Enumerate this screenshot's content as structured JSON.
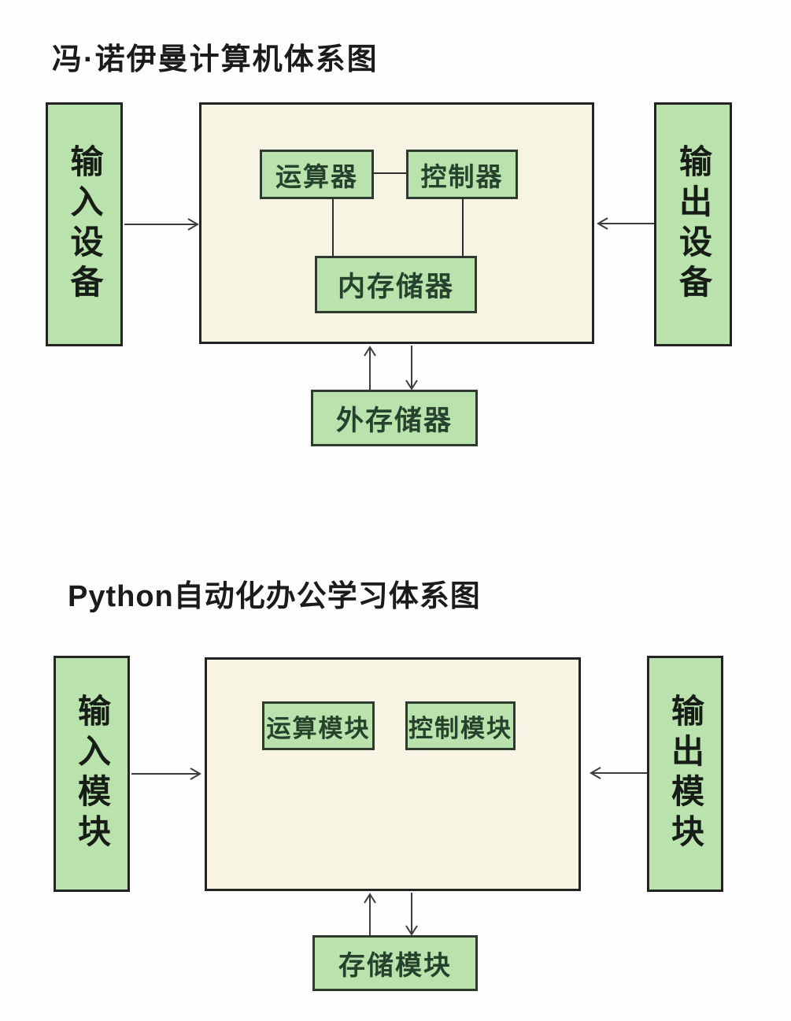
{
  "colors": {
    "green_fill": "#bae2ac",
    "cream_fill": "#f8f4e4",
    "border_dark": "#232323",
    "inner_box_border": "#2e3a2e",
    "arrow_line": "#3c3c3c",
    "title_text": "#1b1b1b",
    "inner_box_text": "#27422c",
    "background": "#fefefe"
  },
  "diagram1": {
    "title": "冯·诺伊曼计算机体系图",
    "input_label": "输入设备",
    "output_label": "输出设备",
    "alu_label": "运算器",
    "control_label": "控制器",
    "memory_label": "内存储器",
    "external_storage_label": "外存储器"
  },
  "diagram2": {
    "title": "Python自动化办公学习体系图",
    "input_label": "输入模块",
    "output_label": "输出模块",
    "compute_label": "运算模块",
    "control_label": "控制模块",
    "storage_label": "存储模块"
  }
}
